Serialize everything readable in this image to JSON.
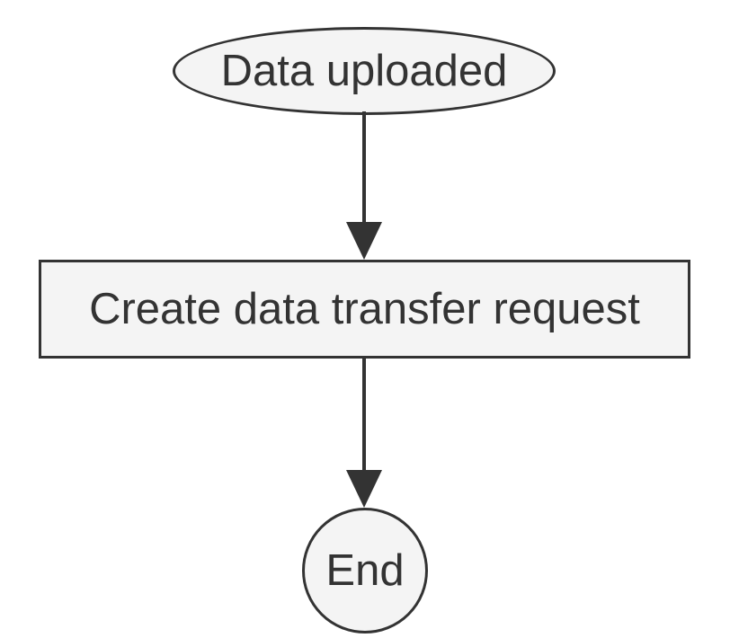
{
  "diagram": {
    "type": "flowchart",
    "direction": "top-down",
    "nodes": [
      {
        "id": "start",
        "shape": "ellipse",
        "label": "Data uploaded"
      },
      {
        "id": "process",
        "shape": "rectangle",
        "label": "Create data transfer request"
      },
      {
        "id": "end",
        "shape": "circle",
        "label": "End"
      }
    ],
    "edges": [
      {
        "from": "start",
        "to": "process",
        "style": "solid",
        "arrowhead": "filled-triangle-down"
      },
      {
        "from": "process",
        "to": "end",
        "style": "solid",
        "arrowhead": "filled-triangle-down"
      }
    ],
    "colors": {
      "node_fill": "#f4f4f4",
      "node_border": "#333333",
      "text": "#333333",
      "arrow": "#333333",
      "background": "#ffffff"
    }
  }
}
